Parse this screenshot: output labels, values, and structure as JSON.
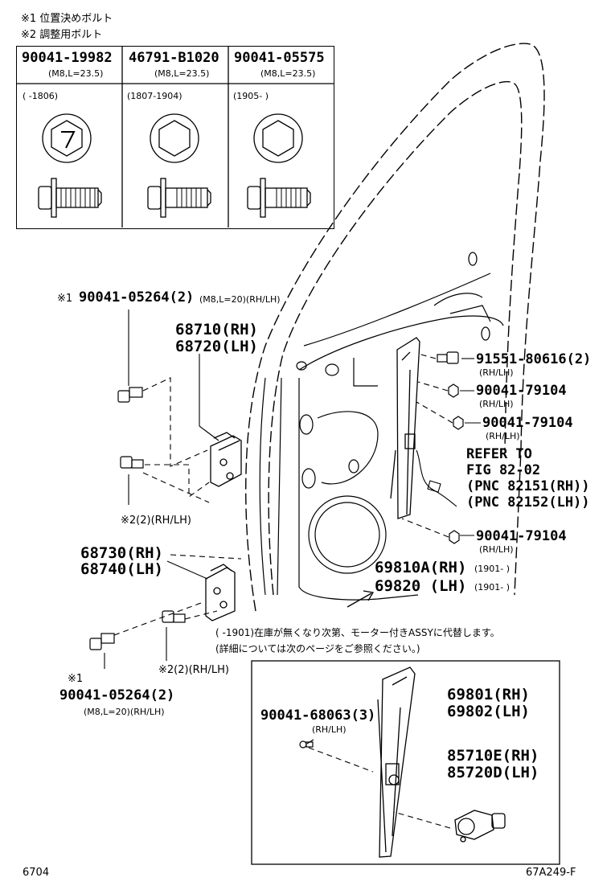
{
  "notes": {
    "n1": "※1 位置決めボルト",
    "n2": "※2 調整用ボルト"
  },
  "bolt_table": {
    "columns": [
      {
        "part": "90041-19982",
        "spec": "(M8,L=23.5)",
        "range": "(     -1806)"
      },
      {
        "part": "46791-B1020",
        "spec": "(M8,L=23.5)",
        "range": "(1807-1904)"
      },
      {
        "part": "90041-05575",
        "spec": "(M8,L=23.5)",
        "range": "(1905-     )"
      }
    ]
  },
  "callouts": {
    "bolt_top_prefix": "※1",
    "bolt_top_part": "90041-05264(2)",
    "bolt_top_spec": "(M8,L=20)(RH/LH)",
    "hinge_upper_rh": "68710(RH)",
    "hinge_upper_lh": "68720(LH)",
    "adj_upper": "※2(2)(RH/LH)",
    "hinge_lower_rh": "68730(RH)",
    "hinge_lower_lh": "68740(LH)",
    "adj_lower": "※2(2)(RH/LH)",
    "bolt_bottom_prefix": "※1",
    "bolt_bottom_part": "90041-05264(2)",
    "bolt_bottom_spec": "(M8,L=20)(RH/LH)",
    "bolt_right": "91551-80616(2)",
    "bolt_right_spec": "(RH/LH)",
    "nut_1": "90041-79104",
    "nut_1_spec": "(RH/LH)",
    "nut_2": "90041-79104",
    "nut_2_spec": "(RH/LH)",
    "nut_3": "90041-79104",
    "nut_3_spec": "(RH/LH)",
    "refer_1": "REFER TO",
    "refer_2": "FIG 82-02",
    "refer_3": "(PNC 82151(RH))",
    "refer_4": "(PNC 82152(LH))",
    "regulator_rh": "69810A(RH)",
    "regulator_rh_range": "(1901-     )",
    "regulator_lh": "69820  (LH)",
    "regulator_lh_range": "(1901-     )",
    "replace_note_1": "(     -1901)在庫が無くなり次第、モーター付きASSYに代替します。",
    "replace_note_2": "(詳細については次のページをご参照ください。)",
    "inset_regulator_rh": "69801(RH)",
    "inset_regulator_lh": "69802(LH)",
    "inset_screw": "90041-68063(3)",
    "inset_screw_spec": "(RH/LH)",
    "motor_rh": "85710E(RH)",
    "motor_lh": "85720D(LH)"
  },
  "footer": {
    "page_code": "6704",
    "figure_code": "67A249-F"
  }
}
